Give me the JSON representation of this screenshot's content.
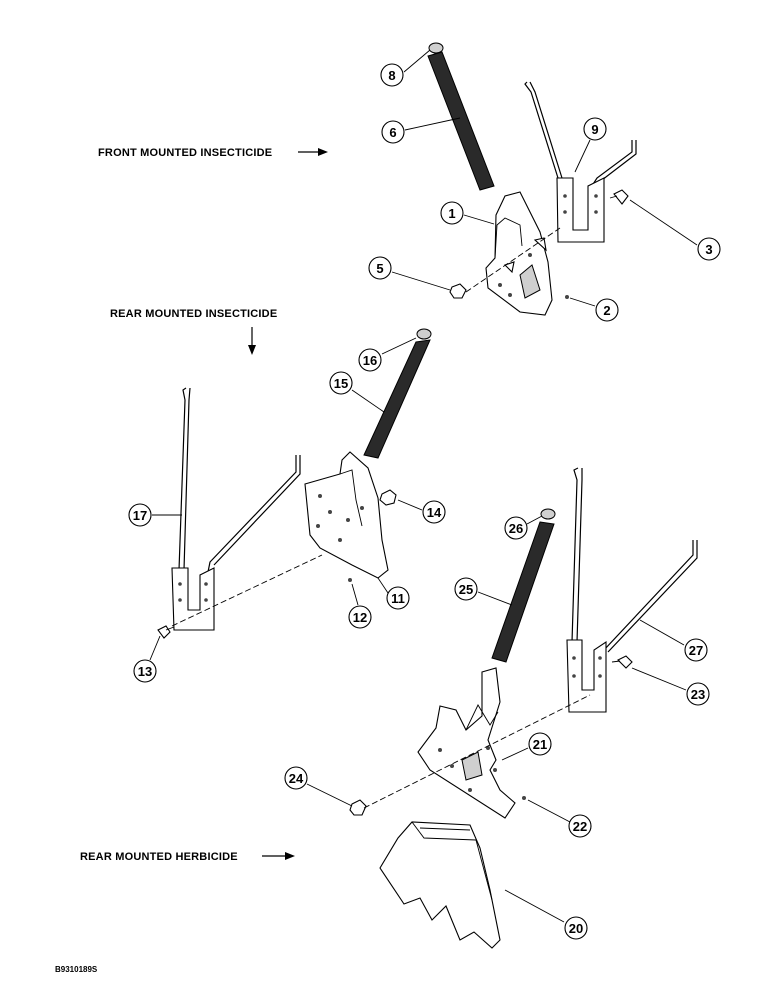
{
  "labels": {
    "front_insecticide": "FRONT MOUNTED INSECTICIDE",
    "rear_insecticide": "REAR MOUNTED INSECTICIDE",
    "rear_herbicide": "REAR MOUNTED HERBICIDE",
    "figure_id": "B9310189S"
  },
  "callouts": {
    "c1": "1",
    "c2": "2",
    "c3": "3",
    "c5": "5",
    "c6": "6",
    "c8": "8",
    "c9": "9",
    "c11": "11",
    "c12": "12",
    "c13": "13",
    "c14": "14",
    "c15": "15",
    "c16": "16",
    "c17": "17",
    "c20": "20",
    "c21": "21",
    "c22": "22",
    "c23": "23",
    "c24": "24",
    "c25": "25",
    "c26": "26",
    "c27": "27"
  }
}
